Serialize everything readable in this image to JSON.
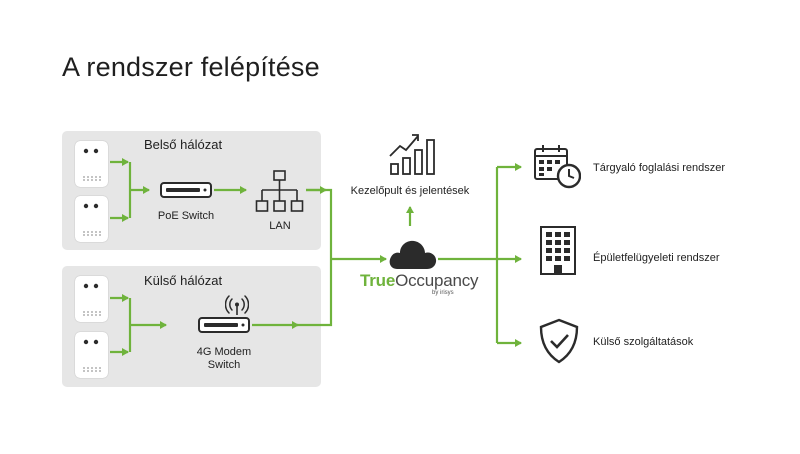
{
  "title": "A rendszer felépítése",
  "colors": {
    "accent": "#6fb33c",
    "panel": "#e6e6e6",
    "icon": "#2b2b2b",
    "text": "#1f1f1f"
  },
  "panels": {
    "internal": {
      "title": "Belső hálózat",
      "switch_label": "PoE Switch",
      "lan_label": "LAN"
    },
    "external": {
      "title": "Külső hálózat",
      "modem_label_line1": "4G Modem",
      "modem_label_line2": "Switch"
    }
  },
  "center": {
    "dashboard_label": "Kezelőpult és jelentések",
    "brand_true": "True",
    "brand_occupancy": "Occupancy",
    "brand_by": "by irisys"
  },
  "outputs": [
    {
      "label": "Tárgyaló foglalási rendszer",
      "icon": "calendar-clock-icon"
    },
    {
      "label": "Épületfelügyeleti rendszer",
      "icon": "building-icon"
    },
    {
      "label": "Külső szolgáltatások",
      "icon": "shield-check-icon"
    }
  ]
}
